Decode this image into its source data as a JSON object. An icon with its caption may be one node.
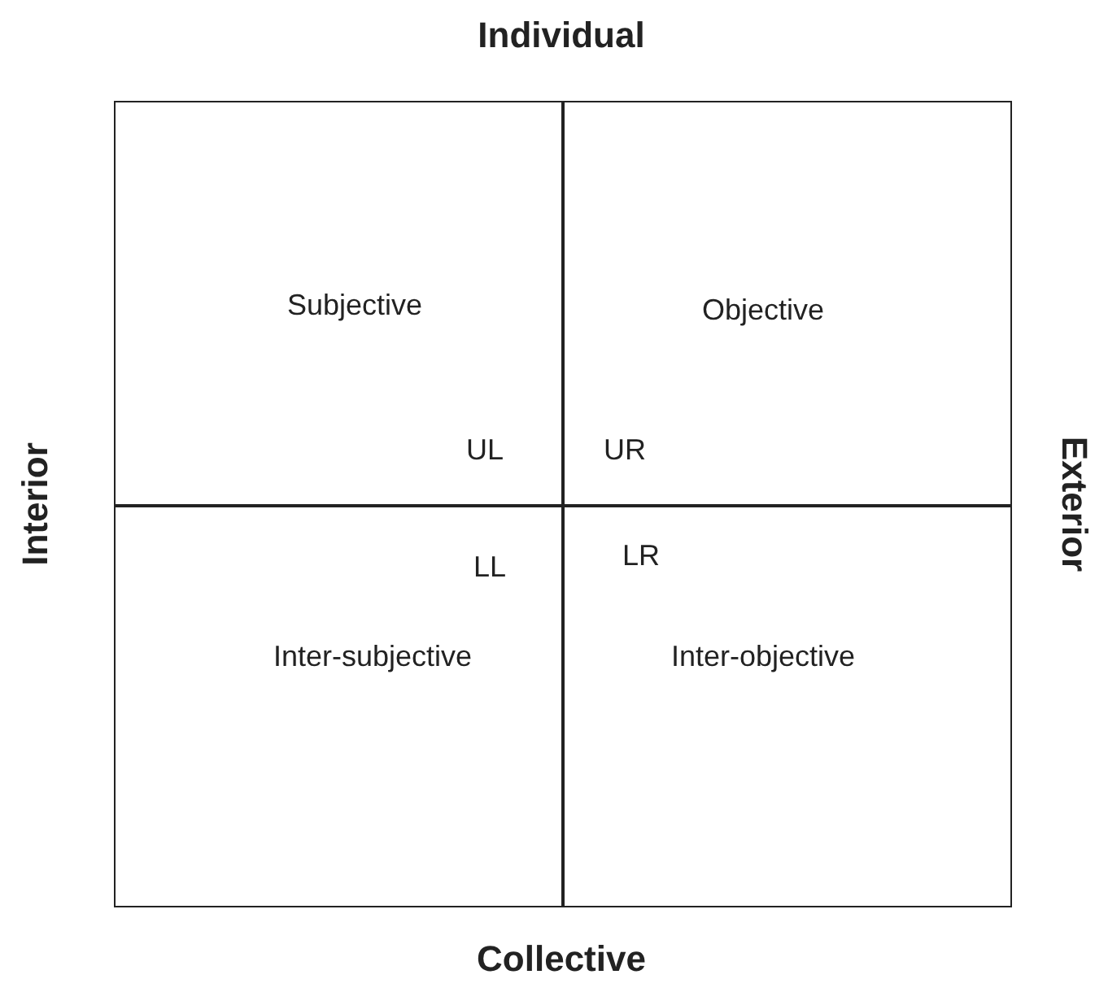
{
  "diagram": {
    "nodes": [
      {
        "text": [
          "Subjective",
          "UL"
        ]
      },
      {
        "text": [
          "Objective",
          "UR"
        ]
      },
      {
        "text": [
          "LL",
          "Inter-subjective"
        ]
      },
      {
        "text": [
          "LR",
          "Inter-objective"
        ]
      }
    ],
    "labels": [
      "Individual",
      "Interior",
      "Exterior",
      "Collective"
    ]
  }
}
